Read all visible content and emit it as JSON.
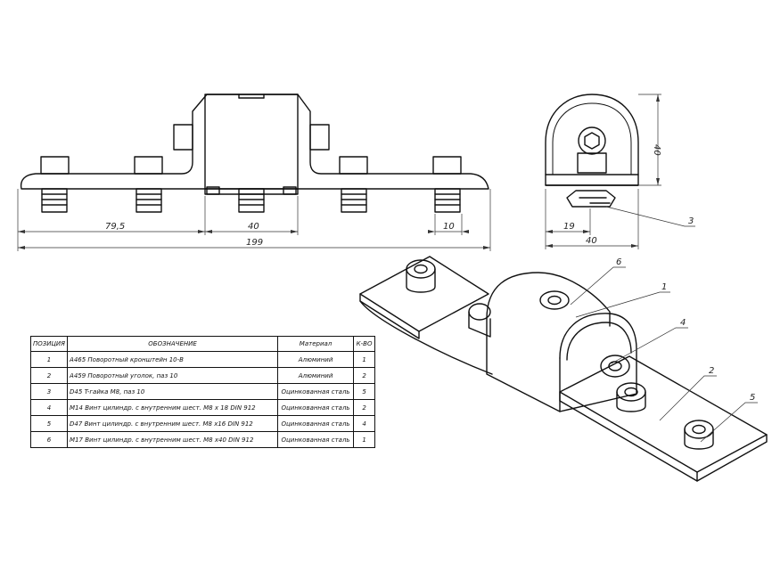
{
  "front_view": {
    "dims": {
      "left": "79,5",
      "mid": "40",
      "right": "10",
      "total": "199"
    }
  },
  "side_view": {
    "dims": {
      "height": "40",
      "inner": "19",
      "width": "40"
    },
    "callout": "3"
  },
  "iso_view": {
    "callouts": [
      "6",
      "1",
      "4",
      "2",
      "5"
    ]
  },
  "spec_table": {
    "headers": {
      "pos": "ПОЗИЦИЯ",
      "designation": "ОБОЗНАЧЕНИЕ",
      "material": "Материал",
      "qty": "К-ВО"
    },
    "rows": [
      {
        "pos": "1",
        "designation": "A465 Поворотный кронштейн 10-B",
        "material": "Алюминий",
        "qty": "1"
      },
      {
        "pos": "2",
        "designation": "A459 Поворотный уголок, паз 10",
        "material": "Алюминий",
        "qty": "2"
      },
      {
        "pos": "3",
        "designation": "D45 T-гайка M8, паз 10",
        "material": "Оцинкованная сталь",
        "qty": "5"
      },
      {
        "pos": "4",
        "designation": "M14 Винт цилиндр. с внутренним шест. M8 x 18 DIN 912",
        "material": "Оцинкованная сталь",
        "qty": "2"
      },
      {
        "pos": "5",
        "designation": "D47 Винт цилиндр. с внутренним шест. M8 x16 DIN 912",
        "material": "Оцинкованная сталь",
        "qty": "4"
      },
      {
        "pos": "6",
        "designation": "M17 Винт цилиндр. с внутренним шест. M8 x40 DIN 912",
        "material": "Оцинкованная сталь",
        "qty": "1"
      }
    ]
  }
}
